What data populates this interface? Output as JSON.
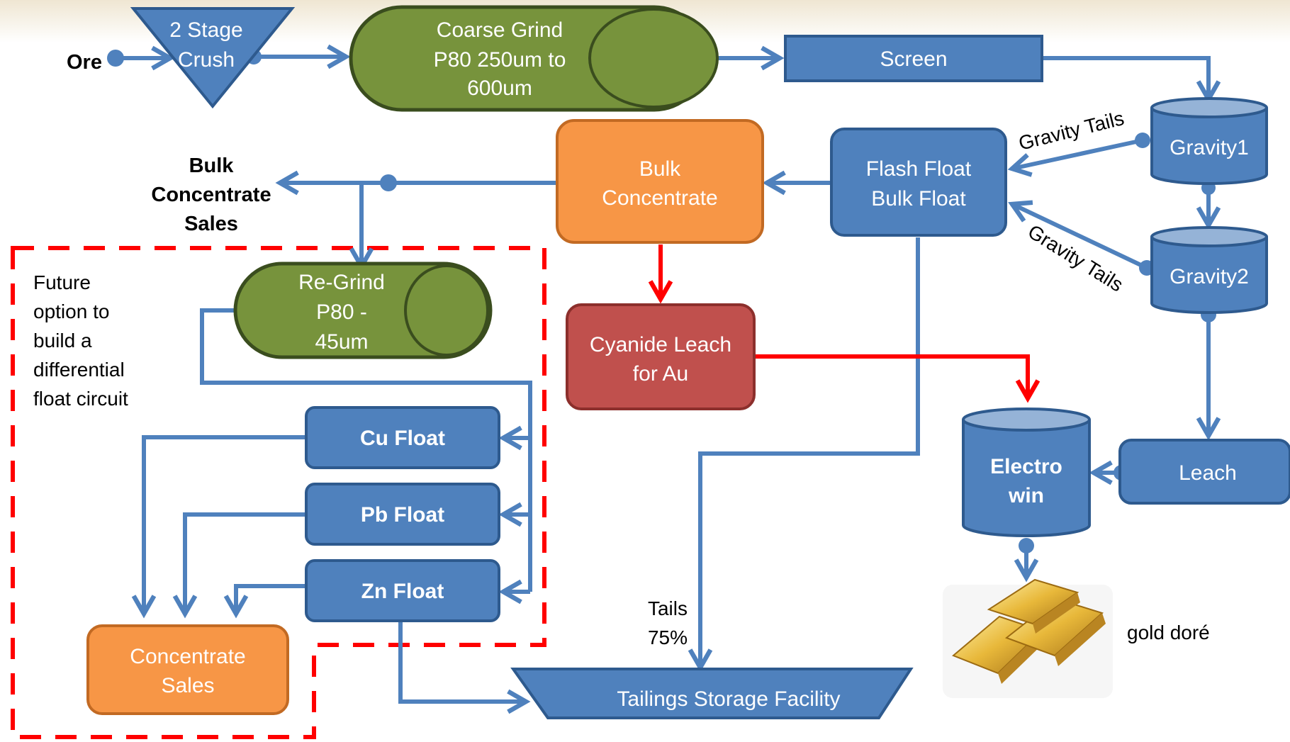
{
  "nodes": {
    "ore": "Ore",
    "crush": [
      "2 Stage",
      "Crush"
    ],
    "coarse_grind": [
      "Coarse Grind",
      "P80 250um to",
      "600um"
    ],
    "screen": "Screen",
    "gravity1": "Gravity1",
    "gravity2": "Gravity2",
    "flash_float": [
      "Flash Float",
      "Bulk Float"
    ],
    "bulk_concentrate": [
      "Bulk",
      "Concentrate"
    ],
    "bulk_concentrate_sales": [
      "Bulk",
      "Concentrate",
      "Sales"
    ],
    "regrind": [
      "Re-Grind",
      "P80 -",
      "45um"
    ],
    "future_option": [
      "Future",
      "option to",
      "build a",
      "differential",
      "float circuit"
    ],
    "cyanide_leach": [
      "Cyanide Leach",
      "for Au"
    ],
    "leach": "Leach",
    "electrowin": [
      "Electro",
      "win"
    ],
    "cu_float": "Cu Float",
    "pb_float": "Pb Float",
    "zn_float": "Zn Float",
    "concentrate_sales": [
      "Concentrate",
      "Sales"
    ],
    "tailings": "Tailings Storage Facility",
    "gold_label": "gold doré"
  },
  "edge_labels": {
    "gravity_tails_1": "Gravity Tails",
    "gravity_tails_2": "Gravity Tails",
    "tails": [
      "Tails",
      "75%"
    ]
  },
  "colors": {
    "blue_box": "#4f81bd",
    "blue_border": "#2e5a8e",
    "green_mill": "#77933c",
    "orange_box": "#f79646",
    "red_box": "#c0504d",
    "red_flow": "#ff0000",
    "dashed_red": "#ff0000",
    "gold": "#e2b33c"
  }
}
